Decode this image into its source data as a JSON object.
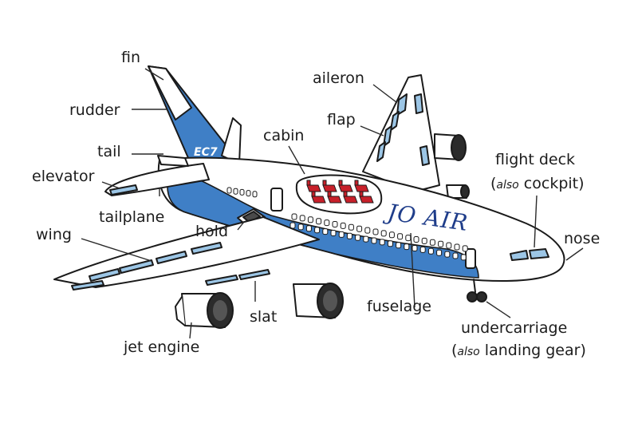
{
  "airline_name": "JO AIR",
  "tail_code": "EC7",
  "colors": {
    "livery_blue": "#3f7fc6",
    "dark_blue": "#1f3d8a",
    "window_blue": "#9cc6e6",
    "seat_red": "#c8202a",
    "outline": "#1a1a1a",
    "engine_dark": "#2b2b2b"
  },
  "labels": {
    "fin": "fin",
    "rudder": "rudder",
    "tail": "tail",
    "elevator": "elevator",
    "tailplane": "tailplane",
    "wing": "wing",
    "hold": "hold",
    "cabin": "cabin",
    "aileron": "aileron",
    "flap": "flap",
    "flight_deck": "flight deck",
    "flight_deck_also": "also",
    "flight_deck_alt": "cockpit)",
    "nose": "nose",
    "fuselage": "fuselage",
    "slat": "slat",
    "jet_engine": "jet engine",
    "undercarriage": "undercarriage",
    "undercarriage_also": "also",
    "undercarriage_alt": "landing gear)"
  }
}
